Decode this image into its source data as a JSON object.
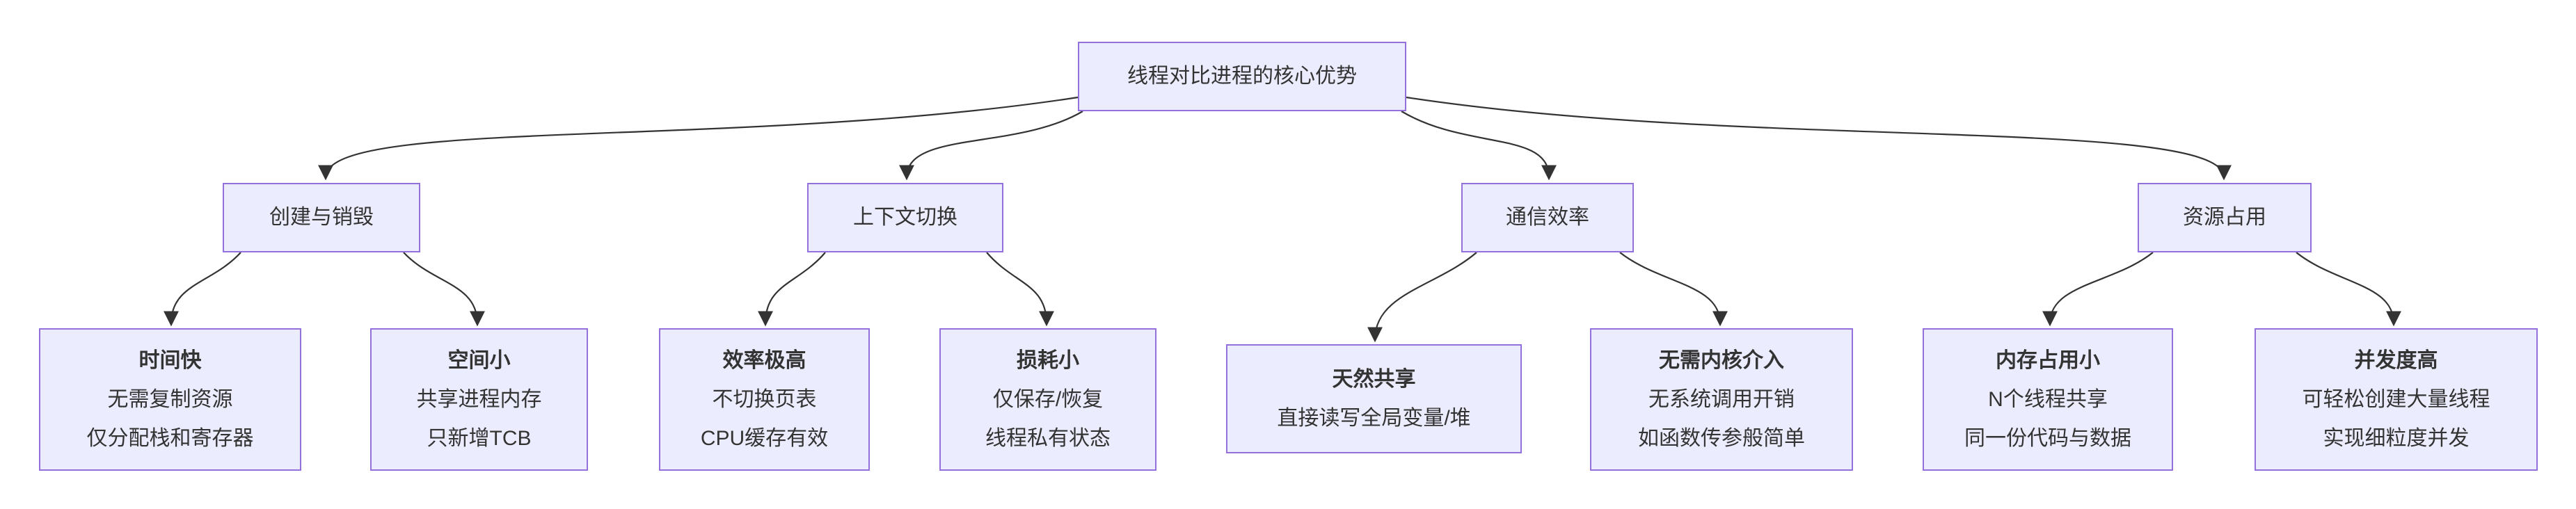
{
  "diagram": {
    "title_node": {
      "label": "线程对比进程的核心优势"
    },
    "branches": [
      {
        "label": "创建与销毁",
        "children": [
          {
            "title": "时间快",
            "lines": [
              "无需复制资源",
              "仅分配栈和寄存器"
            ]
          },
          {
            "title": "空间小",
            "lines": [
              "共享进程内存",
              "只新增TCB"
            ]
          }
        ]
      },
      {
        "label": "上下文切换",
        "children": [
          {
            "title": "效率极高",
            "lines": [
              "不切换页表",
              "CPU缓存有效"
            ]
          },
          {
            "title": "损耗小",
            "lines": [
              "仅保存/恢复",
              "线程私有状态"
            ]
          }
        ]
      },
      {
        "label": "通信效率",
        "children": [
          {
            "title": "天然共享",
            "lines": [
              "直接读写全局变量/堆"
            ]
          },
          {
            "title": "无需内核介入",
            "lines": [
              "无系统调用开销",
              "如函数传参般简单"
            ]
          }
        ]
      },
      {
        "label": "资源占用",
        "children": [
          {
            "title": "内存占用小",
            "lines": [
              "N个线程共享",
              "同一份代码与数据"
            ]
          },
          {
            "title": "并发度高",
            "lines": [
              "可轻松创建大量线程",
              "实现细粒度并发"
            ]
          }
        ]
      }
    ],
    "colors": {
      "node_fill": "#ECECFF",
      "node_border": "#9370DB",
      "edge": "#333333",
      "text": "#333333",
      "background": "#ffffff"
    }
  }
}
